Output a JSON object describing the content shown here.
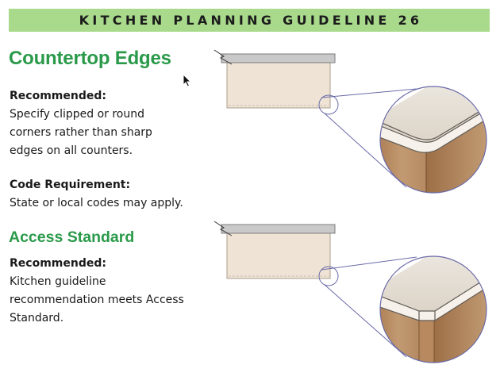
{
  "banner": {
    "title": "KITCHEN PLANNING GUIDELINE 26"
  },
  "section1": {
    "heading": "Countertop Edges",
    "recommended_label": "Recommended:",
    "recommended_lines": [
      "Specify clipped or round",
      "corners rather than sharp",
      "edges on all counters."
    ],
    "code_label": "Code Requirement:",
    "code_text": "State or local codes may apply.",
    "illustration": "round-corner-detail"
  },
  "section2": {
    "heading": "Access Standard",
    "recommended_label": "Recommended:",
    "recommended_lines": [
      "Kitchen guideline",
      "recommendation meets Access",
      "Standard."
    ],
    "illustration": "clipped-corner-detail"
  },
  "colors": {
    "banner_bg": "#a9da8c",
    "heading_green": "#2a9a4a",
    "countertop_gray": "#c9c9c9",
    "cabinet_beige": "#efe3d5",
    "wood": "#b7895f",
    "callout_line": "#6a6aa8"
  },
  "cursor": {
    "icon": "arrow-cursor-icon"
  }
}
